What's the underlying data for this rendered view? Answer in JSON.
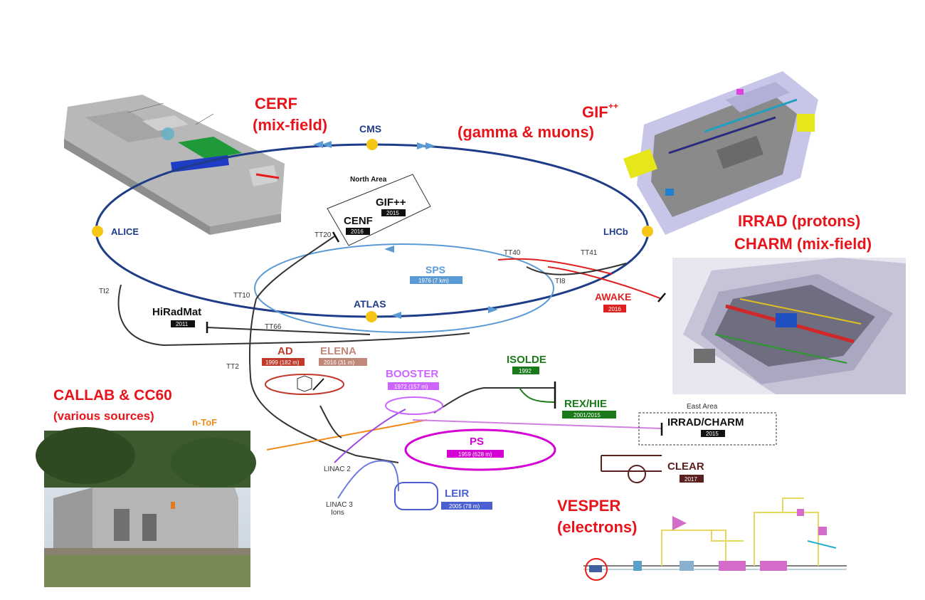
{
  "titles": {
    "cerf_1": "CERF",
    "cerf_2": "(mix-field)",
    "gif_1": "GIF",
    "gif_sup": "++",
    "gif_2": "(gamma & muons)",
    "irrad_1": "IRRAD (protons)",
    "irrad_2": "CHARM (mix-field)",
    "callab_1": "CALLAB & CC60",
    "callab_2": "(various sources)",
    "vesper_1": "VESPER",
    "vesper_2": "(electrons)"
  },
  "experiments": {
    "cms": "CMS",
    "alice": "ALICE",
    "lhcb": "LHCb",
    "atlas": "ATLAS"
  },
  "north_area": {
    "label": "North Area",
    "gif": "GIF++",
    "gif_year": "2015",
    "cenf": "CENF",
    "cenf_year": "2016"
  },
  "sps": {
    "label": "SPS",
    "sub": "1976 (7 km)"
  },
  "awake": {
    "label": "AWAKE",
    "year": "2016"
  },
  "hiradmat": {
    "label": "HiRadMat",
    "year": "2011"
  },
  "ad": {
    "label": "AD",
    "sub": "1999 (182 m)"
  },
  "elena": {
    "label": "ELENA",
    "sub": "2016 (31 m)"
  },
  "isolde": {
    "label": "ISOLDE",
    "year": "1992"
  },
  "rex": {
    "label": "REX/HIE",
    "years": "2001/2015"
  },
  "booster": {
    "label": "BOOSTER",
    "sub": "1972 (157 m)"
  },
  "ps": {
    "label": "PS",
    "sub": "1959 (628 m)"
  },
  "east_area": {
    "label": "East Area",
    "irrad": "IRRAD/CHARM",
    "year": "2015"
  },
  "clear": {
    "label": "CLEAR",
    "year": "2017"
  },
  "leir": {
    "label": "LEIR",
    "sub": "2005 (78 m)"
  },
  "ntof": "n-ToF",
  "linac2": "LINAC 2",
  "linac3_1": "LINAC 3",
  "linac3_2": "Ions",
  "transfer_lines": {
    "tt20": "TT20",
    "tt40": "TT40",
    "tt41": "TT41",
    "ti8": "TI8",
    "ti2": "TI2",
    "tt10": "TT10",
    "tt66": "TT66",
    "tt2": "TT2"
  },
  "colors": {
    "title_red": "#e8141b",
    "lhc_ring": "#1f3c88",
    "sps_ring": "#5b9bd5",
    "experiment_dot": "#f5c518",
    "ps_ring": "#d400d4",
    "booster": "#cc66ff",
    "leir": "#4a5fd0",
    "isolde_green": "#1a7a1a",
    "ad_red": "#c0392b",
    "elena": "#c08878",
    "ntof_orange": "#f08a1a",
    "awake_red": "#e02020"
  }
}
